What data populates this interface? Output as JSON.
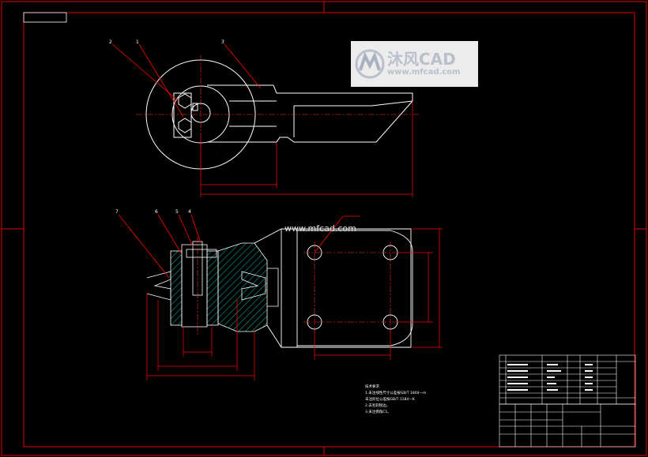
{
  "watermark": {
    "brand": "沐风CAD",
    "url": "www.mfcad.com"
  },
  "site_label": "www.mfcad.com",
  "part_labels_top": [
    "3",
    "2",
    "1"
  ],
  "part_labels_section": [
    "7",
    "6",
    "5",
    "4"
  ],
  "tech_notes": {
    "title": "技术要求",
    "lines": [
      "1.未注线性尺寸公差按GB/T 1804—m",
      "  未注形位公差按GB/T 1184—K",
      "2.去毛刺锐边。",
      "3.未注倒角C1。"
    ]
  },
  "colors": {
    "frame": "#e60000",
    "line": "#ffffff",
    "hatch": "#00c8b4",
    "dimension": "#ff0000"
  }
}
